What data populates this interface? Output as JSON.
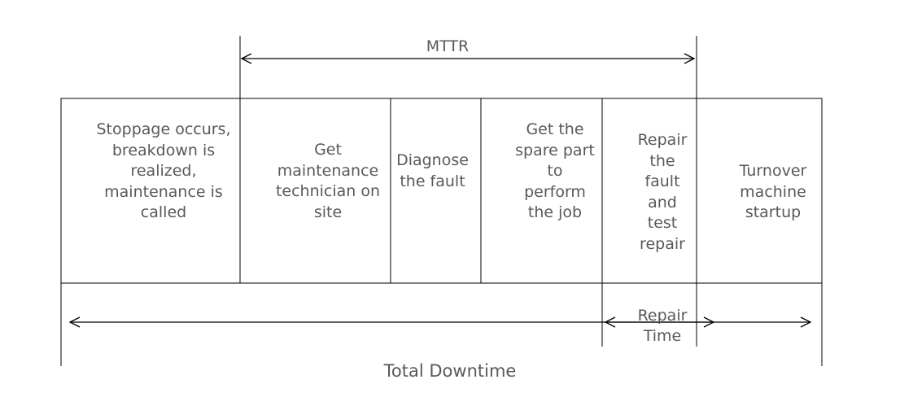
{
  "steps": [
    {
      "id": "stoppage",
      "label": "Stoppage occurs,\nbreakdown is\nrealized,\nmaintenance is\ncalled"
    },
    {
      "id": "technician",
      "label": "Get\nmaintenance\ntechnician on\nsite"
    },
    {
      "id": "diagnose",
      "label": "Diagnose\nthe fault"
    },
    {
      "id": "spare-part",
      "label": "Get the\nspare part\nto\nperform\nthe job"
    },
    {
      "id": "repair",
      "label": "Repair\nthe\nfault\nand\ntest\nrepair"
    },
    {
      "id": "turnover",
      "label": "Turnover\nmachine\nstartup"
    }
  ],
  "spans": {
    "mttr": "MTTR",
    "repair_time": "Repair\nTime",
    "total_downtime": "Total Downtime"
  },
  "colors": {
    "line": "#000000",
    "text": "#595959"
  }
}
